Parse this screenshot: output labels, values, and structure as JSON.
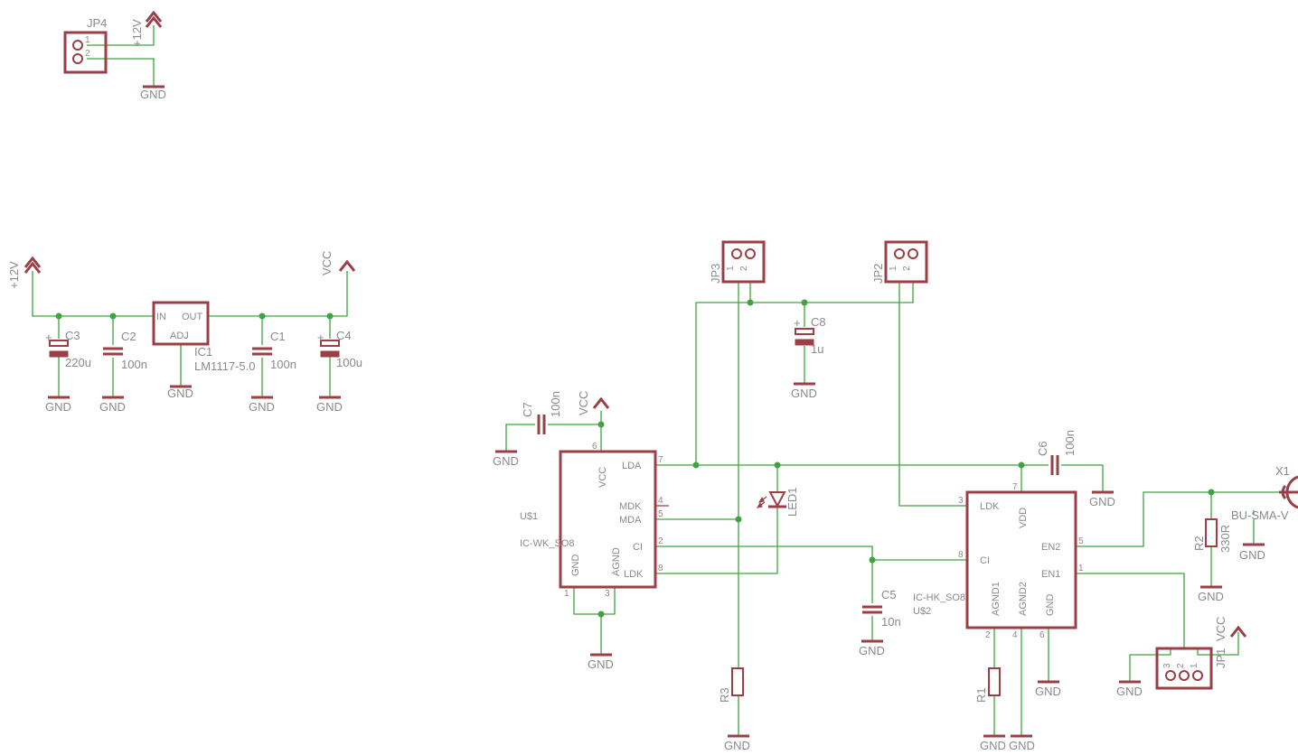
{
  "power_labels": {
    "p12v": "+12V",
    "vcc": "VCC",
    "gnd": "GND"
  },
  "components": {
    "jp4": {
      "name": "JP4",
      "pin1": "1",
      "pin2": "2"
    },
    "jp3": {
      "name": "JP3",
      "pin1": "1",
      "pin2": "2"
    },
    "jp2": {
      "name": "JP2",
      "pin1": "1",
      "pin2": "2"
    },
    "jp1": {
      "name": "JP1",
      "pin1": "1",
      "pin2": "2",
      "pin3": "3"
    },
    "ic1": {
      "name": "IC1",
      "value": "LM1117-5.0",
      "in": "IN",
      "out": "OUT",
      "adj": "ADJ"
    },
    "c1": {
      "name": "C1",
      "value": "100n"
    },
    "c2": {
      "name": "C2",
      "value": "100n"
    },
    "c3": {
      "name": "C3",
      "value": "220u"
    },
    "c4": {
      "name": "C4",
      "value": "100u"
    },
    "c5": {
      "name": "C5",
      "value": "10n"
    },
    "c6": {
      "name": "C6",
      "value": "100n"
    },
    "c7": {
      "name": "C7",
      "value": "100n"
    },
    "c8": {
      "name": "C8",
      "value": "1u"
    },
    "led1": {
      "name": "LED1"
    },
    "r1": {
      "name": "R1"
    },
    "r2": {
      "name": "R2",
      "value": "330R"
    },
    "r3": {
      "name": "R3"
    },
    "x1": {
      "name": "X1",
      "value": "BU-SMA-V"
    },
    "u1": {
      "name": "U$1",
      "value": "IC-WK_SO8",
      "pins": {
        "vcc": "VCC",
        "lda": "LDA",
        "mdk": "MDK",
        "mda": "MDA",
        "ci": "CI",
        "ldk": "LDK",
        "gnd": "GND",
        "agnd": "AGND"
      },
      "nums": {
        "p1": "1",
        "p2": "2",
        "p3": "3",
        "p4": "4",
        "p5": "5",
        "p6": "6",
        "p7": "7",
        "p8": "8"
      }
    },
    "u2": {
      "name": "U$2",
      "value": "IC-HK_SO8",
      "pins": {
        "ldk": "LDK",
        "vdd": "VDD",
        "ci": "CI",
        "en2": "EN2",
        "en1": "EN1",
        "agnd1": "AGND1",
        "agnd2": "AGND2",
        "gnd": "GND"
      },
      "nums": {
        "p1": "1",
        "p2": "2",
        "p3": "3",
        "p4": "4",
        "p5": "5",
        "p6": "6",
        "p7": "7",
        "p8": "8"
      }
    },
    "polarity": "+"
  },
  "colors": {
    "wire": "#3fa33f",
    "part": "#9b3e45",
    "text": "#8a8a8a"
  }
}
